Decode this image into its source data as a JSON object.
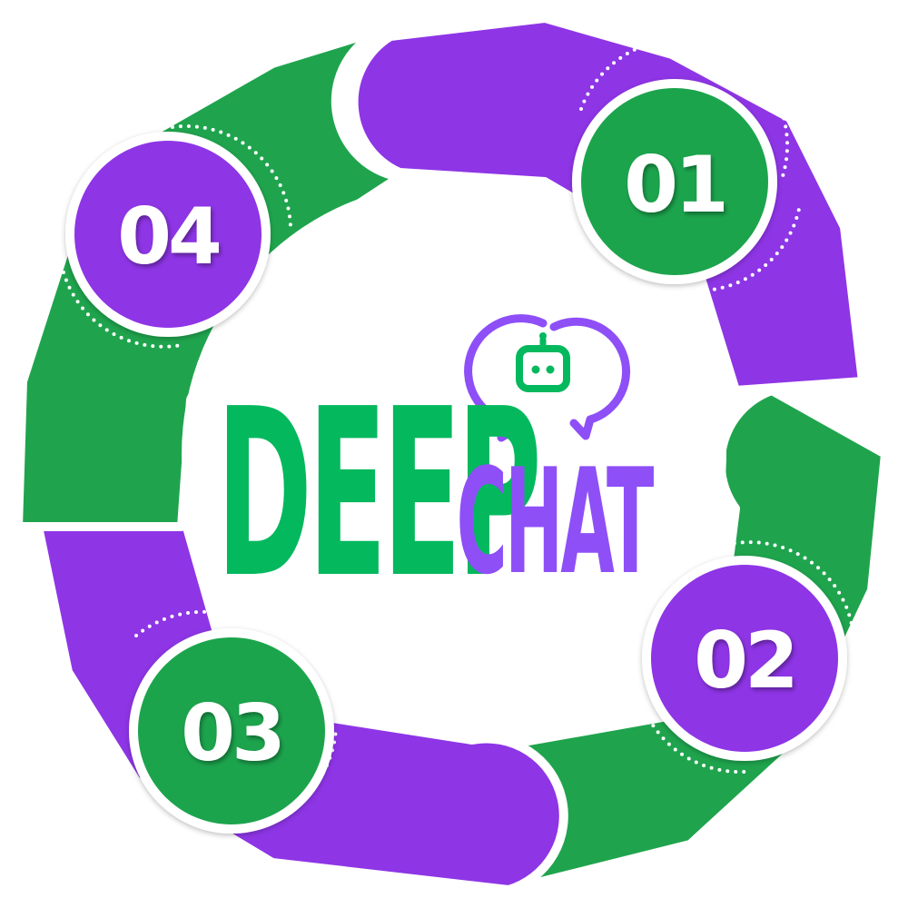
{
  "logo": {
    "word1": "DEEP",
    "word2": "CHAT",
    "icon": "robot-chat-bubbles-icon"
  },
  "steps": [
    {
      "number": "01"
    },
    {
      "number": "02"
    },
    {
      "number": "03"
    },
    {
      "number": "04"
    }
  ],
  "colors": {
    "green": "#1fa44d",
    "purple": "#8e35e6",
    "logo_green": "#04b85e",
    "logo_purple": "#8e4ff7"
  }
}
